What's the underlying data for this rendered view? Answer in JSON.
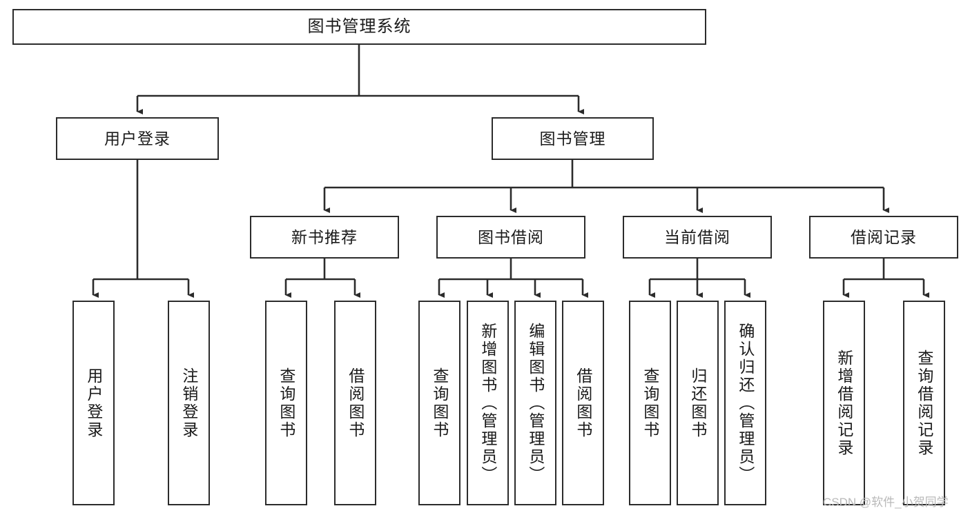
{
  "diagram": {
    "title": "图书管理系统",
    "type": "tree",
    "orientation": "top-down",
    "colors": {
      "box_border": "#2b2b2b",
      "box_fill": "#ffffff",
      "connector": "#2b2b2b",
      "text": "#1a1a1a",
      "watermark": "#b9b9b9",
      "background": "#ffffff"
    },
    "root": {
      "id": "root",
      "label": "图书管理系统",
      "orientation": "horizontal"
    },
    "level2": [
      {
        "id": "user-login",
        "label": "用户登录",
        "orientation": "horizontal"
      },
      {
        "id": "book-manage",
        "label": "图书管理",
        "orientation": "horizontal"
      }
    ],
    "level3": [
      {
        "id": "new-book-recommend",
        "label": "新书推荐",
        "orientation": "horizontal",
        "parent": "book-manage"
      },
      {
        "id": "book-borrow",
        "label": "图书借阅",
        "orientation": "horizontal",
        "parent": "book-manage"
      },
      {
        "id": "current-borrow",
        "label": "当前借阅",
        "orientation": "horizontal",
        "parent": "book-manage"
      },
      {
        "id": "borrow-record",
        "label": "借阅记录",
        "orientation": "horizontal",
        "parent": "book-manage"
      }
    ],
    "leaves": [
      {
        "id": "leaf-user-login",
        "label": "用户登录",
        "parent": "user-login",
        "orientation": "vertical"
      },
      {
        "id": "leaf-logout-login",
        "label": "注销登录",
        "parent": "user-login",
        "orientation": "vertical"
      },
      {
        "id": "leaf-query-book-1",
        "label": "查询图书",
        "parent": "new-book-recommend",
        "orientation": "vertical"
      },
      {
        "id": "leaf-borrow-book-1",
        "label": "借阅图书",
        "parent": "new-book-recommend",
        "orientation": "vertical"
      },
      {
        "id": "leaf-query-book-2",
        "label": "查询图书",
        "parent": "book-borrow",
        "orientation": "vertical"
      },
      {
        "id": "leaf-add-book",
        "label": "新增图书（管理员）",
        "parent": "book-borrow",
        "orientation": "vertical"
      },
      {
        "id": "leaf-edit-book",
        "label": "编辑图书（管理员）",
        "parent": "book-borrow",
        "orientation": "vertical"
      },
      {
        "id": "leaf-borrow-book-2",
        "label": "借阅图书",
        "parent": "book-borrow",
        "orientation": "vertical"
      },
      {
        "id": "leaf-query-book-3",
        "label": "查询图书",
        "parent": "current-borrow",
        "orientation": "vertical"
      },
      {
        "id": "leaf-return-book",
        "label": "归还图书",
        "parent": "current-borrow",
        "orientation": "vertical"
      },
      {
        "id": "leaf-confirm-return",
        "label": "确认归还（管理员）",
        "parent": "current-borrow",
        "orientation": "vertical"
      },
      {
        "id": "leaf-add-borrow-record",
        "label": "新增借阅记录",
        "parent": "borrow-record",
        "orientation": "vertical"
      },
      {
        "id": "leaf-query-borrow-record",
        "label": "查询借阅记录",
        "parent": "borrow-record",
        "orientation": "vertical"
      }
    ]
  },
  "watermark": {
    "text": "CSDN @软件_小贺同学"
  }
}
